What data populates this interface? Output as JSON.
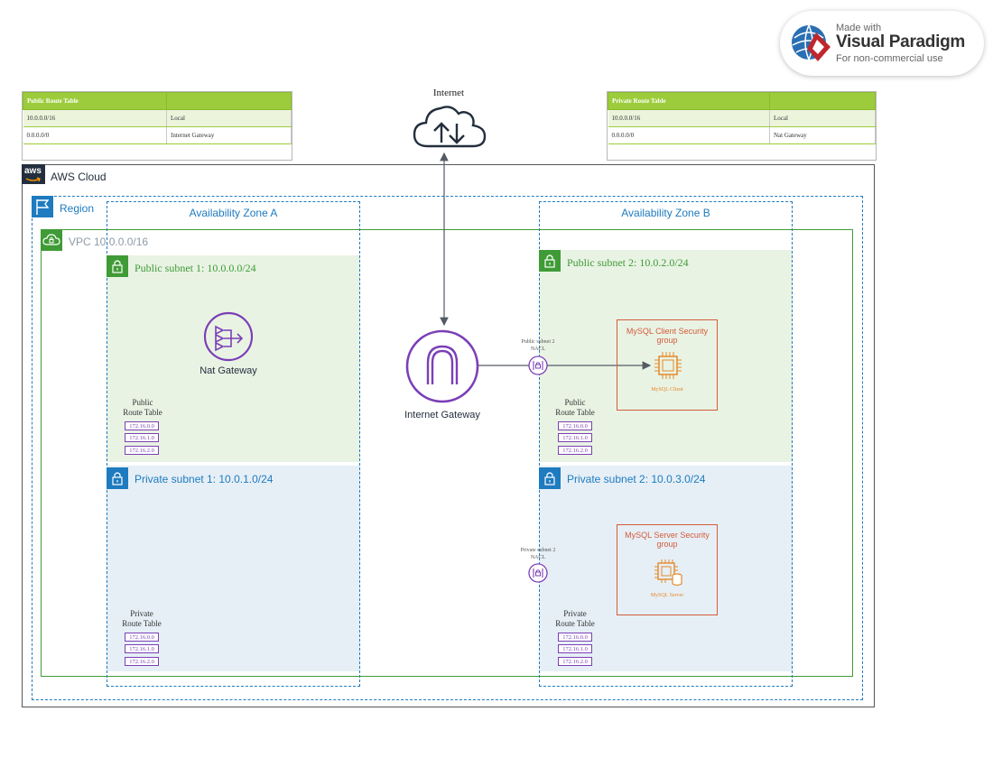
{
  "watermark": {
    "line1": "Made with",
    "line2": "Visual Paradigm",
    "line3": "For non-commercial use"
  },
  "public_route_table": {
    "title": "Public Route Table",
    "rows": [
      [
        "10.0.0.0/16",
        "Local"
      ],
      [
        "0.0.0.0/0",
        "Internet Gateway"
      ]
    ]
  },
  "private_route_table": {
    "title": "Private Route Table",
    "rows": [
      [
        "10.0.0.0/16",
        "Local"
      ],
      [
        "0.0.0.0/0",
        "Nat Gateway"
      ]
    ]
  },
  "internet": {
    "label": "Internet"
  },
  "aws_cloud": {
    "label": "AWS Cloud",
    "badge": "aws"
  },
  "region": {
    "label": "Region"
  },
  "az_a": {
    "label": "Availability Zone A"
  },
  "az_b": {
    "label": "Availability Zone B"
  },
  "vpc": {
    "label": "VPC 10.0.0.0/16"
  },
  "public_subnet_1": {
    "label": "Public subnet 1: 10.0.0.0/24"
  },
  "public_subnet_2": {
    "label": "Public subnet 2: 10.0.2.0/24"
  },
  "private_subnet_1": {
    "label": "Private subnet 1: 10.0.1.0/24"
  },
  "private_subnet_2": {
    "label": "Private subnet 2: 10.0.3.0/24"
  },
  "nat_gateway": {
    "label": "Nat Gateway"
  },
  "internet_gateway": {
    "label": "Internet Gateway"
  },
  "pub_rt_label": {
    "line1": "Public",
    "line2": "Route Table"
  },
  "priv_rt_label": {
    "line1": "Private",
    "line2": "Route Table"
  },
  "route_ips": [
    "172.16.0.0",
    "172.16.1.0",
    "172.16.2.0"
  ],
  "nacl_public": {
    "line1": "Public subnet 2",
    "line2": "NACL"
  },
  "nacl_private": {
    "line1": "Private subnet 2",
    "line2": "NACL"
  },
  "mysql_client_sg": {
    "label": "MySQL Client Security group",
    "instance": "MySQL Client"
  },
  "mysql_server_sg": {
    "label": "MySQL Server Security group",
    "instance": "MySQL Server"
  },
  "colors": {
    "aws_dark": "#232f3e",
    "region_blue": "#1e7bbf",
    "vpc_green": "#3f9b36",
    "public_fill": "#e9f3e4",
    "private_fill": "#e6eff6",
    "purple": "#7b3fb6",
    "sg_red": "#d45b3a",
    "ec2_orange": "#e58a2a",
    "table_header": "#9ccc3c"
  }
}
